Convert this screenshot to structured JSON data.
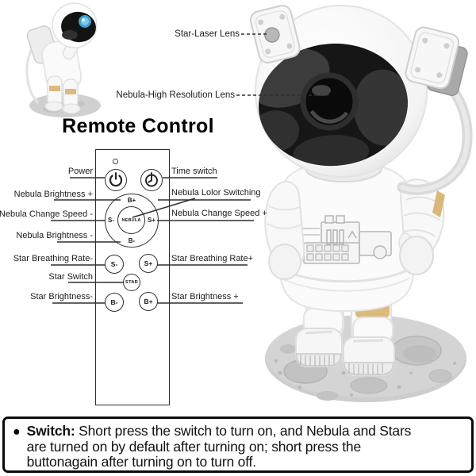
{
  "heading": "Remote Control",
  "device": {
    "star_laser_label": "Star-Laser Lens",
    "nebula_lens_label": "Nebula-High Resolution Lens"
  },
  "remote": {
    "power_label": "Power",
    "time_label": "Time switch",
    "dpad": {
      "up": "B+",
      "left": "S-",
      "right": "S+",
      "down": "B-",
      "center": "NEBULA"
    },
    "labels_left": {
      "nebula_brightness_plus": "Nebula Brightness +",
      "nebula_change_speed_minus": "Nebula Change Speed -",
      "nebula_brightness_minus": "Nebula Brightness -",
      "star_breathing_rate_minus": "Star Breathing Rate-",
      "star_switch": "Star Switch",
      "star_brightness_minus": "Star Brightness-"
    },
    "labels_right": {
      "nebula_color_switching": "Nebula Lolor Switching",
      "nebula_change_speed_plus": "Nebula Change Speed +",
      "star_breathing_rate_plus": "Star Breathing Rate+",
      "star_brightness_plus": "Star Brightness +"
    },
    "buttons": {
      "s_minus": "S-",
      "s_plus": "S+",
      "star": "STAR",
      "b_minus": "B-",
      "b_plus": "B+"
    }
  },
  "footer": {
    "bullet": "●",
    "label": "Switch:",
    "line1": "Short press the switch to turn on, and Nebula and Stars",
    "line2": "are turned on by default after turning on; short press the",
    "line3": "buttonagain after turning on to turn off."
  },
  "colors": {
    "line": "#2e2e2e",
    "visor": "#161616",
    "moon": "#cdcdcd",
    "gold": "#dcba7e",
    "eye_glow": "#4aa8d8"
  }
}
